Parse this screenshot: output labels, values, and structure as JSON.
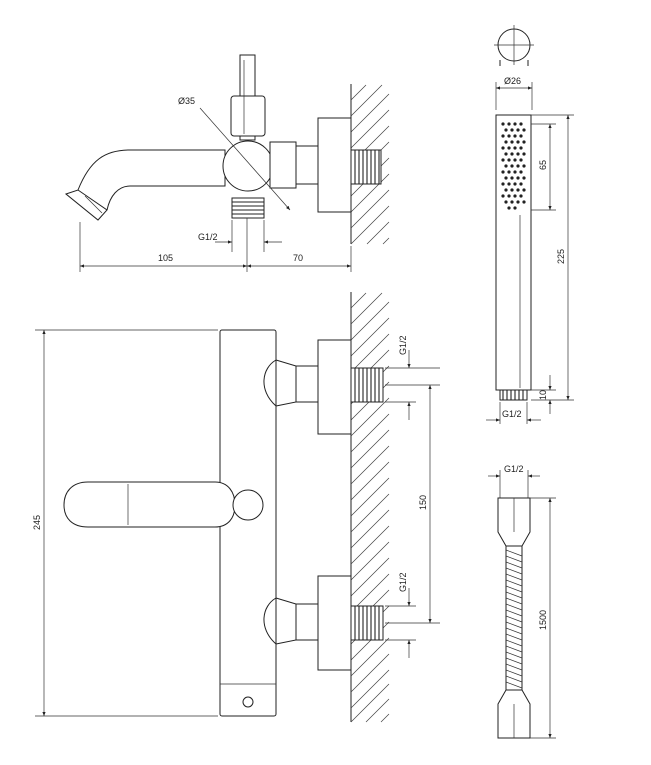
{
  "labels": {
    "dia35": "Ø35",
    "g12_side": "G1/2",
    "dim105": "105",
    "dim70": "70",
    "dia26": "Ø26",
    "dim65": "65",
    "dim225": "225",
    "dim10": "10",
    "g12_handshower": "G1/2",
    "g12_upper": "G1/2",
    "g12_lower": "G1/2",
    "dim150": "150",
    "dim245": "245",
    "g12_hose": "G1/2",
    "dim1500": "1500"
  }
}
